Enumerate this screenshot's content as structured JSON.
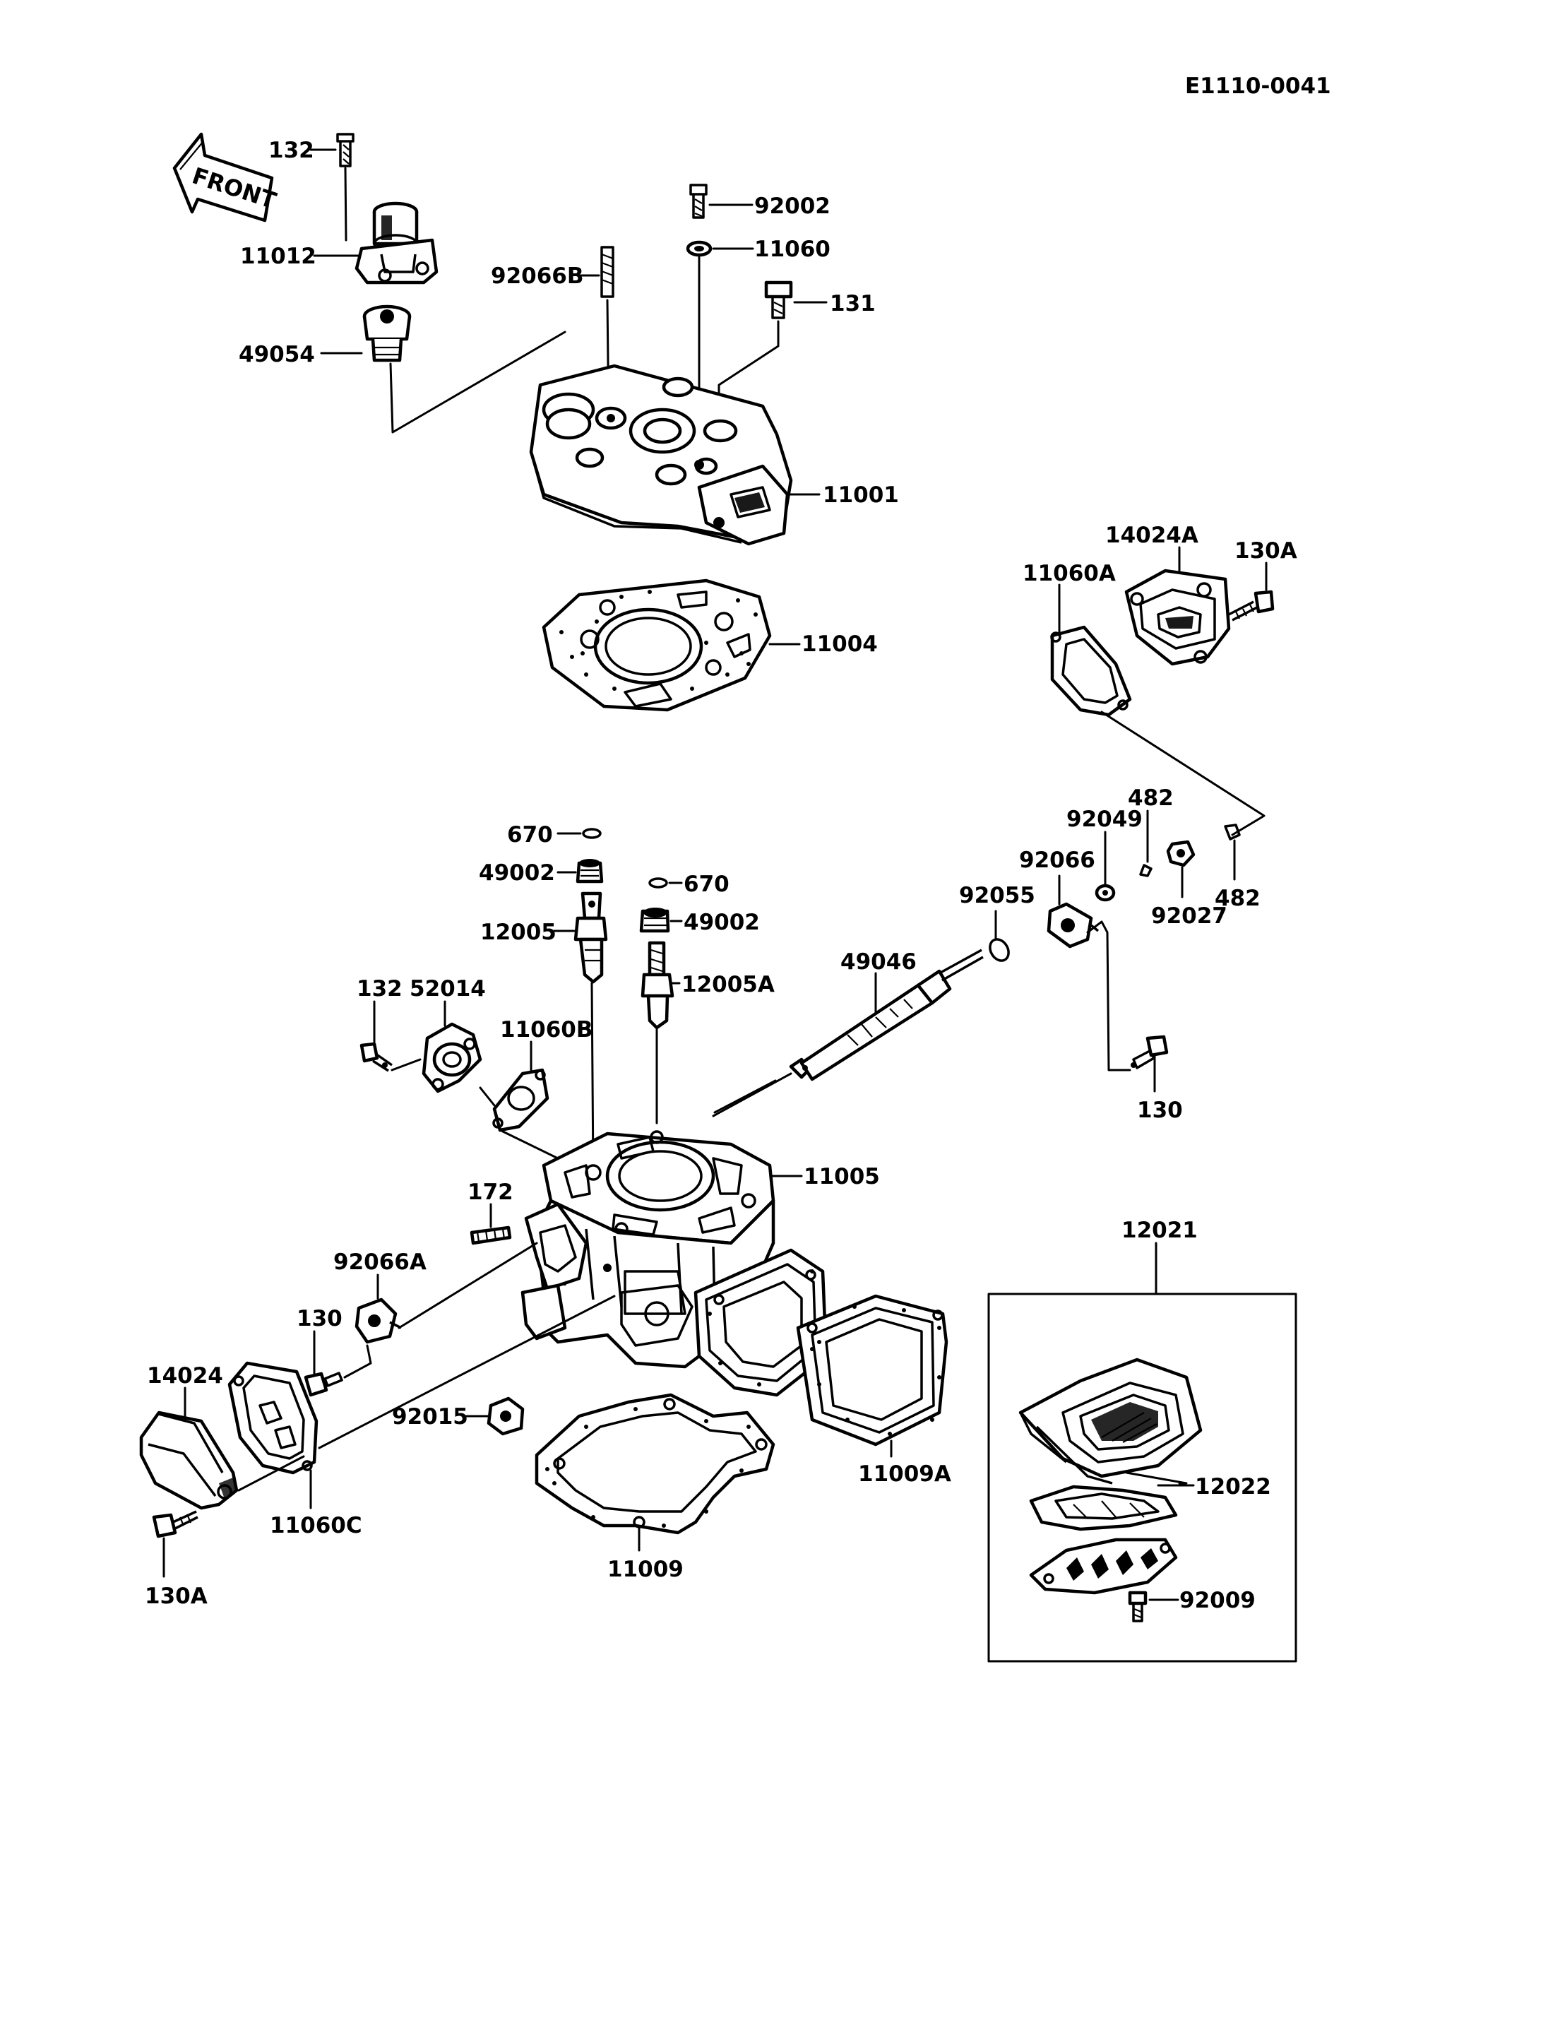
{
  "diagram": {
    "code": "E1110-0041",
    "front_label": "FRONT",
    "labels": {
      "p132_top": "132",
      "p11012": "11012",
      "p49054": "49054",
      "p92002": "92002",
      "p11060": "11060",
      "p92066B": "92066B",
      "p131": "131",
      "p11001": "11001",
      "p11004": "11004",
      "p14024A": "14024A",
      "p130A_top": "130A",
      "p11060A": "11060A",
      "p482_top": "482",
      "p92049": "92049",
      "p482_bot": "482",
      "p92027": "92027",
      "p92066": "92066",
      "p92055": "92055",
      "p670_left": "670",
      "p49002_left": "49002",
      "p670_right": "670",
      "p49002_right": "49002",
      "p12005": "12005",
      "p12005A": "12005A",
      "p49046": "49046",
      "p130_right": "130",
      "p132_mid": "132",
      "p52014": "52014",
      "p11060B": "11060B",
      "p11005": "11005",
      "p172": "172",
      "p92066A": "92066A",
      "p130_left": "130",
      "p14024": "14024",
      "p92015": "92015",
      "p11060C": "11060C",
      "p130A_bot": "130A",
      "p11009": "11009",
      "p11009A": "11009A",
      "p12021": "12021",
      "p12022": "12022",
      "p92009": "92009"
    }
  }
}
